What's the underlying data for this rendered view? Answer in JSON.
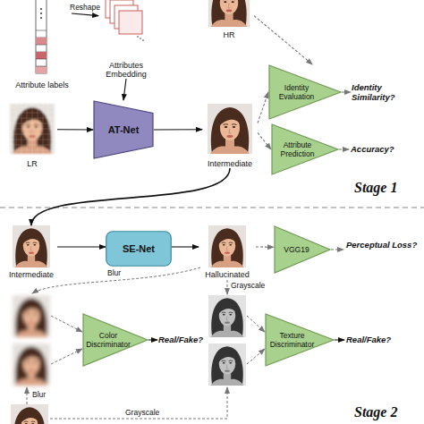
{
  "diagram": {
    "nodes": [
      {
        "text": [
          "Attribute labels"
        ]
      },
      {
        "text": [
          "Attributes Embedding"
        ]
      },
      {
        "text": [
          "HR"
        ]
      },
      {
        "text": [
          "LR"
        ]
      },
      {
        "text": [
          "AT-Net"
        ]
      },
      {
        "text": [
          "Intermediate"
        ]
      },
      {
        "text": [
          "Identity Evaluation"
        ]
      },
      {
        "text": [
          "Attribute Prediction"
        ]
      },
      {
        "text": [
          "Intermediate"
        ]
      },
      {
        "text": [
          "SE-Net"
        ]
      },
      {
        "text": [
          "Hallucinated"
        ]
      },
      {
        "text": [
          "VGG19"
        ]
      },
      {
        "text": [
          "Color Discriminator"
        ]
      },
      {
        "text": [
          "Texture Discriminator"
        ]
      }
    ],
    "edges": [
      {
        "from": 0,
        "to": 1,
        "label": "Reshape",
        "arrow": "to"
      },
      {
        "from": 1,
        "to": 4,
        "arrow": "to"
      },
      {
        "from": 3,
        "to": 4,
        "arrow": "to"
      },
      {
        "from": 4,
        "to": 5,
        "arrow": "to"
      },
      {
        "from": 2,
        "to": 6,
        "arrow": "to"
      },
      {
        "from": 5,
        "to": 6,
        "arrow": "to"
      },
      {
        "from": 5,
        "to": 7,
        "arrow": "to"
      },
      {
        "from": 5,
        "to": 8,
        "arrow": "to"
      },
      {
        "from": 8,
        "to": 9,
        "arrow": "to"
      },
      {
        "from": 9,
        "to": 10,
        "arrow": "to"
      },
      {
        "from": 10,
        "to": 11,
        "arrow": "to"
      }
    ],
    "labels": [
      "Identity Similarity?",
      "Accuracy?",
      "Stage 1",
      "Perceptual Loss?",
      "Blur",
      "Grayscale",
      "Real/Fake?",
      "Real/Fake?",
      "Blur",
      "Grayscale",
      "Stage 2"
    ]
  }
}
